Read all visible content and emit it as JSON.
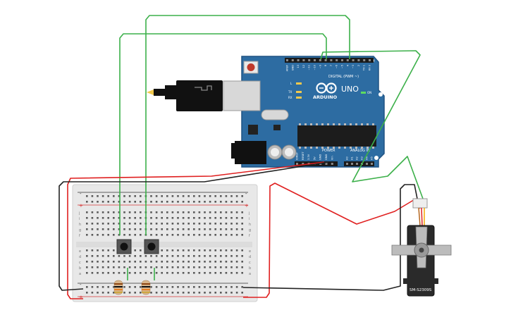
{
  "arduino": {
    "brand": "ARDUINO",
    "model": "UNO",
    "digital_label": "DIGITAL (PWM ~)",
    "analog_label": "ANALOG IN",
    "power_label": "POWER",
    "led_on": "ON",
    "led_l": "L",
    "led_tx": "TX",
    "led_rx": "RX",
    "digital_pins": [
      "AREF",
      "GND",
      "13",
      "12",
      "~11",
      "~10",
      "~9",
      "8",
      "7",
      "~6",
      "~5",
      "4",
      "~3",
      "2",
      "TX 1",
      "RX 0"
    ],
    "power_pins": [
      "IOREF",
      "RESET",
      "3.3V",
      "5V",
      "GND",
      "GND",
      "Vin"
    ],
    "analog_pins": [
      "A0",
      "A1",
      "A2",
      "A3",
      "A4",
      "A5"
    ]
  },
  "servo": {
    "model": "SM-S2309S"
  },
  "breadboard": {
    "row_letters_top": [
      "j",
      "i",
      "h",
      "g",
      "f"
    ],
    "row_letters_bottom": [
      "e",
      "d",
      "c",
      "b",
      "a"
    ],
    "rail_plus": "+",
    "rail_minus": "-"
  },
  "colors": {
    "board": "#2d6ca2",
    "board_edge": "#1f5282",
    "wire_green": "#3cb04a",
    "wire_red": "#e02020",
    "wire_black": "#222222",
    "breadboard": "#ececec",
    "rail_red": "#d63a3a",
    "rail_black": "#333333"
  }
}
